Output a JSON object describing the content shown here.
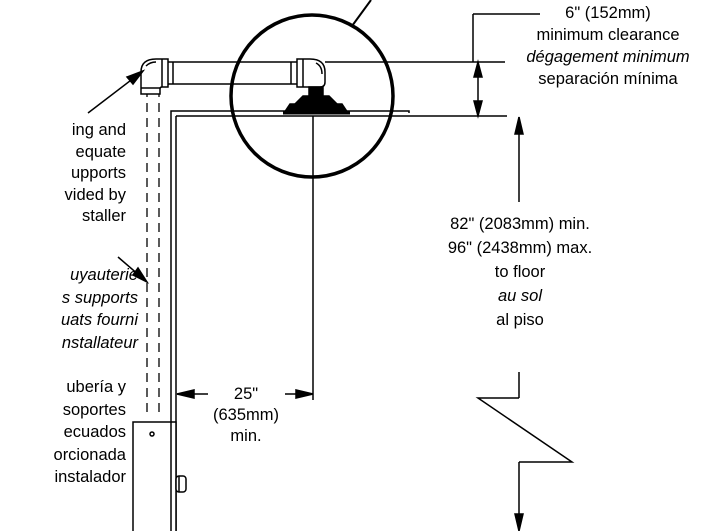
{
  "colors": {
    "ink": "#000000",
    "pipe_fill": "#ffffff",
    "background": "#ffffff"
  },
  "clearance": {
    "value": "6\" (152mm)",
    "en": "minimum clearance",
    "fr": "dégagement minimum",
    "es": "separación mínima"
  },
  "height": {
    "min": "82\" (2083mm) min.",
    "max": "96\" (2438mm) max.",
    "en": "to floor",
    "fr": "au sol",
    "es": "al piso"
  },
  "reach": {
    "value": "25\"",
    "metric": "(635mm)",
    "suffix": "min."
  },
  "installer_note": {
    "en": [
      "ing and",
      "equate",
      "upports",
      "vided by",
      "staller"
    ],
    "fr": [
      "uyauterie",
      "s supports",
      "uats fourni",
      "nstallateur"
    ],
    "es": [
      "ubería y",
      "soportes",
      "ecuados",
      "orcionada",
      "instalador"
    ]
  }
}
